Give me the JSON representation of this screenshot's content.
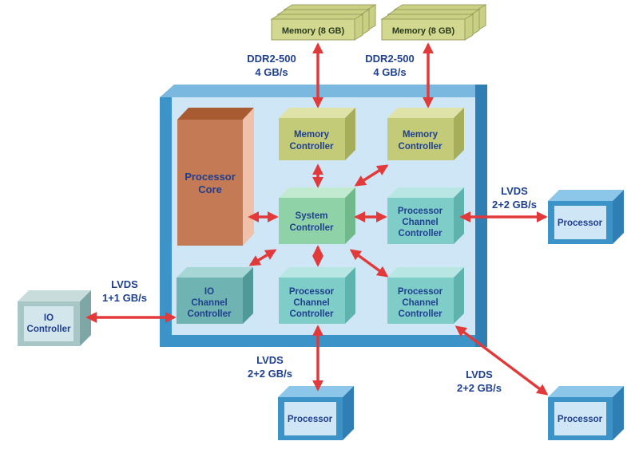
{
  "nodes": {
    "memory_left": {
      "label": "Memory (8 GB)"
    },
    "memory_right": {
      "label": "Memory (8 GB)"
    },
    "processor_core": {
      "lines": [
        "Processor",
        "Core"
      ]
    },
    "memory_controller_left": {
      "lines": [
        "Memory",
        "Controller"
      ]
    },
    "memory_controller_right": {
      "lines": [
        "Memory",
        "Controller"
      ]
    },
    "system_controller": {
      "lines": [
        "System",
        "Controller"
      ]
    },
    "proc_channel_right": {
      "lines": [
        "Processor",
        "Channel",
        "Controller"
      ]
    },
    "io_channel": {
      "lines": [
        "IO",
        "Channel",
        "Controller"
      ]
    },
    "proc_channel_bottom": {
      "lines": [
        "Processor",
        "Channel",
        "Controller"
      ]
    },
    "proc_channel_bottom_right": {
      "lines": [
        "Processor",
        "Channel",
        "Controller"
      ]
    },
    "io_controller": {
      "lines": [
        "IO",
        "Controller"
      ]
    },
    "processor_right": {
      "label": "Processor"
    },
    "processor_bottom": {
      "label": "Processor"
    },
    "processor_bottom_right": {
      "label": "Processor"
    }
  },
  "links": {
    "mem_left": {
      "lines": [
        "DDR2-500",
        "4 GB/s"
      ]
    },
    "mem_right": {
      "lines": [
        "DDR2-500",
        "4 GB/s"
      ]
    },
    "lvds_right": {
      "lines": [
        "LVDS",
        "2+2 GB/s"
      ]
    },
    "lvds_io": {
      "lines": [
        "LVDS",
        "1+1 GB/s"
      ]
    },
    "lvds_bottom": {
      "lines": [
        "LVDS",
        "2+2 GB/s"
      ]
    },
    "lvds_bottom_right": {
      "lines": [
        "LVDS",
        "2+2 GB/s"
      ]
    }
  },
  "colors": {
    "chip_border": "#3b93c8",
    "chip_fill": "#cfe6f6",
    "memory": "#c9cf83",
    "memory_controller": "#c4cb78",
    "system_controller": "#8fd2a8",
    "channel_controller": "#7fcdc9",
    "io_channel_controller": "#6fb3b3",
    "processor_core": "#c47a55",
    "processor_box": "#3b93c8",
    "processor_inner": "#cfe6f6",
    "io_controller": "#a8c6c6",
    "arrow": "#e23a3a",
    "label": "#1f3f8f"
  }
}
